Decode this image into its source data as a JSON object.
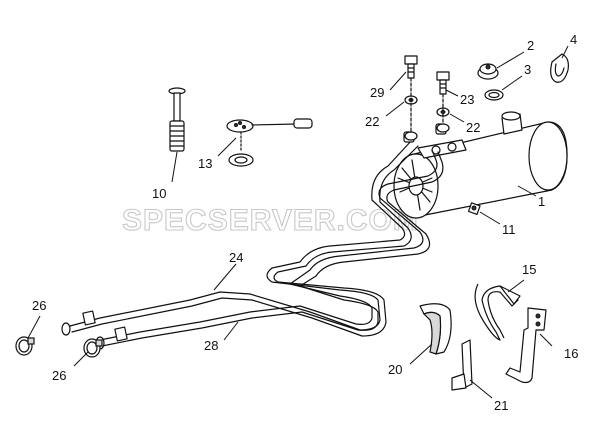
{
  "watermark": "SPECSERVER.COM",
  "callouts": {
    "c1": "1",
    "c2": "2",
    "c3": "3",
    "c4": "4",
    "c10": "10",
    "c11": "11",
    "c13": "13",
    "c15": "15",
    "c16": "16",
    "c20": "20",
    "c21": "21",
    "c22a": "22",
    "c22b": "22",
    "c23": "23",
    "c24": "24",
    "c26a": "26",
    "c26b": "26",
    "c28": "28",
    "c29": "29"
  }
}
